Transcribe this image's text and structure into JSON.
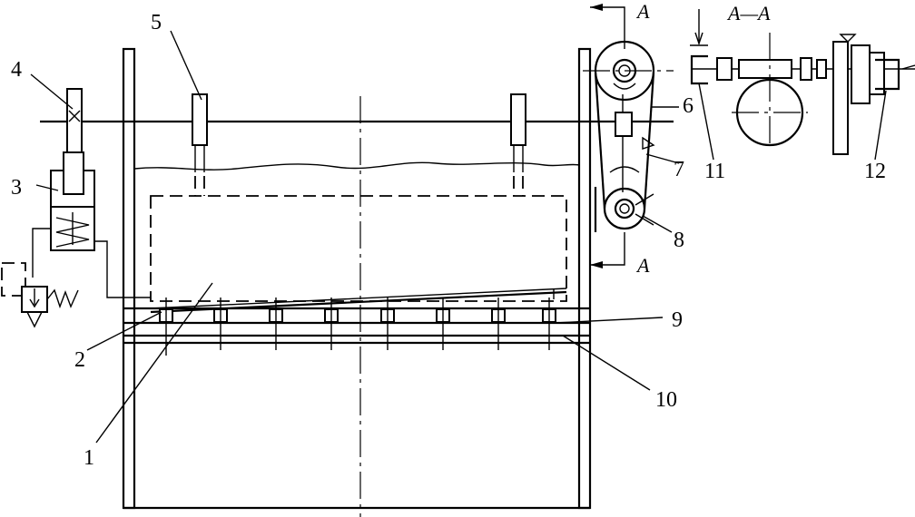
{
  "labels": {
    "l1": "1",
    "l2": "2",
    "l3": "3",
    "l4": "4",
    "l5": "5",
    "l6": "6",
    "l7": "7",
    "l8": "8",
    "l9": "9",
    "l10": "10",
    "l11": "11",
    "l12": "12"
  },
  "section": {
    "title": "A—A",
    "marker_top": "A",
    "marker_bottom": "A"
  }
}
